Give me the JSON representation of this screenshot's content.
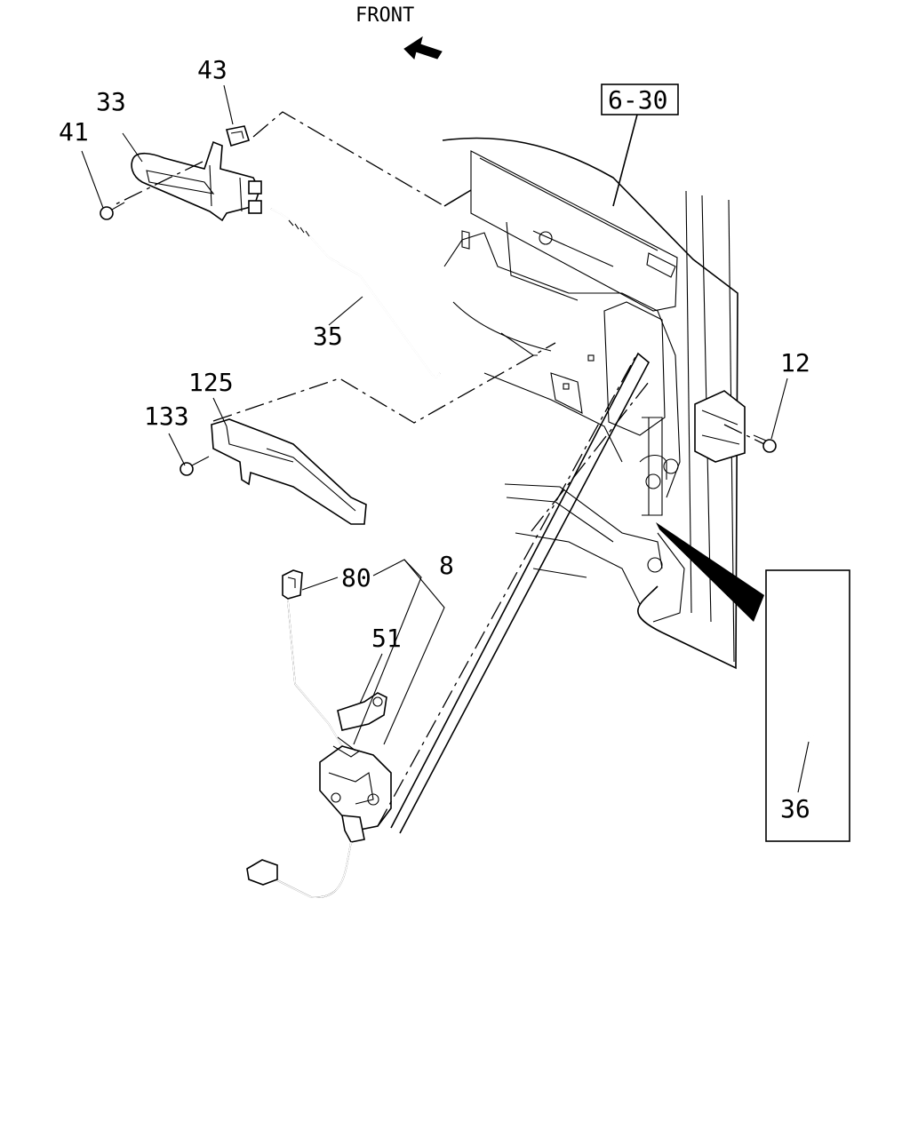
{
  "header": {
    "direction_label": "FRONT"
  },
  "reference_box": {
    "label": "6-30"
  },
  "callouts": {
    "c33": "33",
    "c41": "41",
    "c43": "43",
    "c35": "35",
    "c125": "125",
    "c133": "133",
    "c12": "12",
    "c80": "80",
    "c8": "8",
    "c51": "51",
    "c36": "36"
  }
}
